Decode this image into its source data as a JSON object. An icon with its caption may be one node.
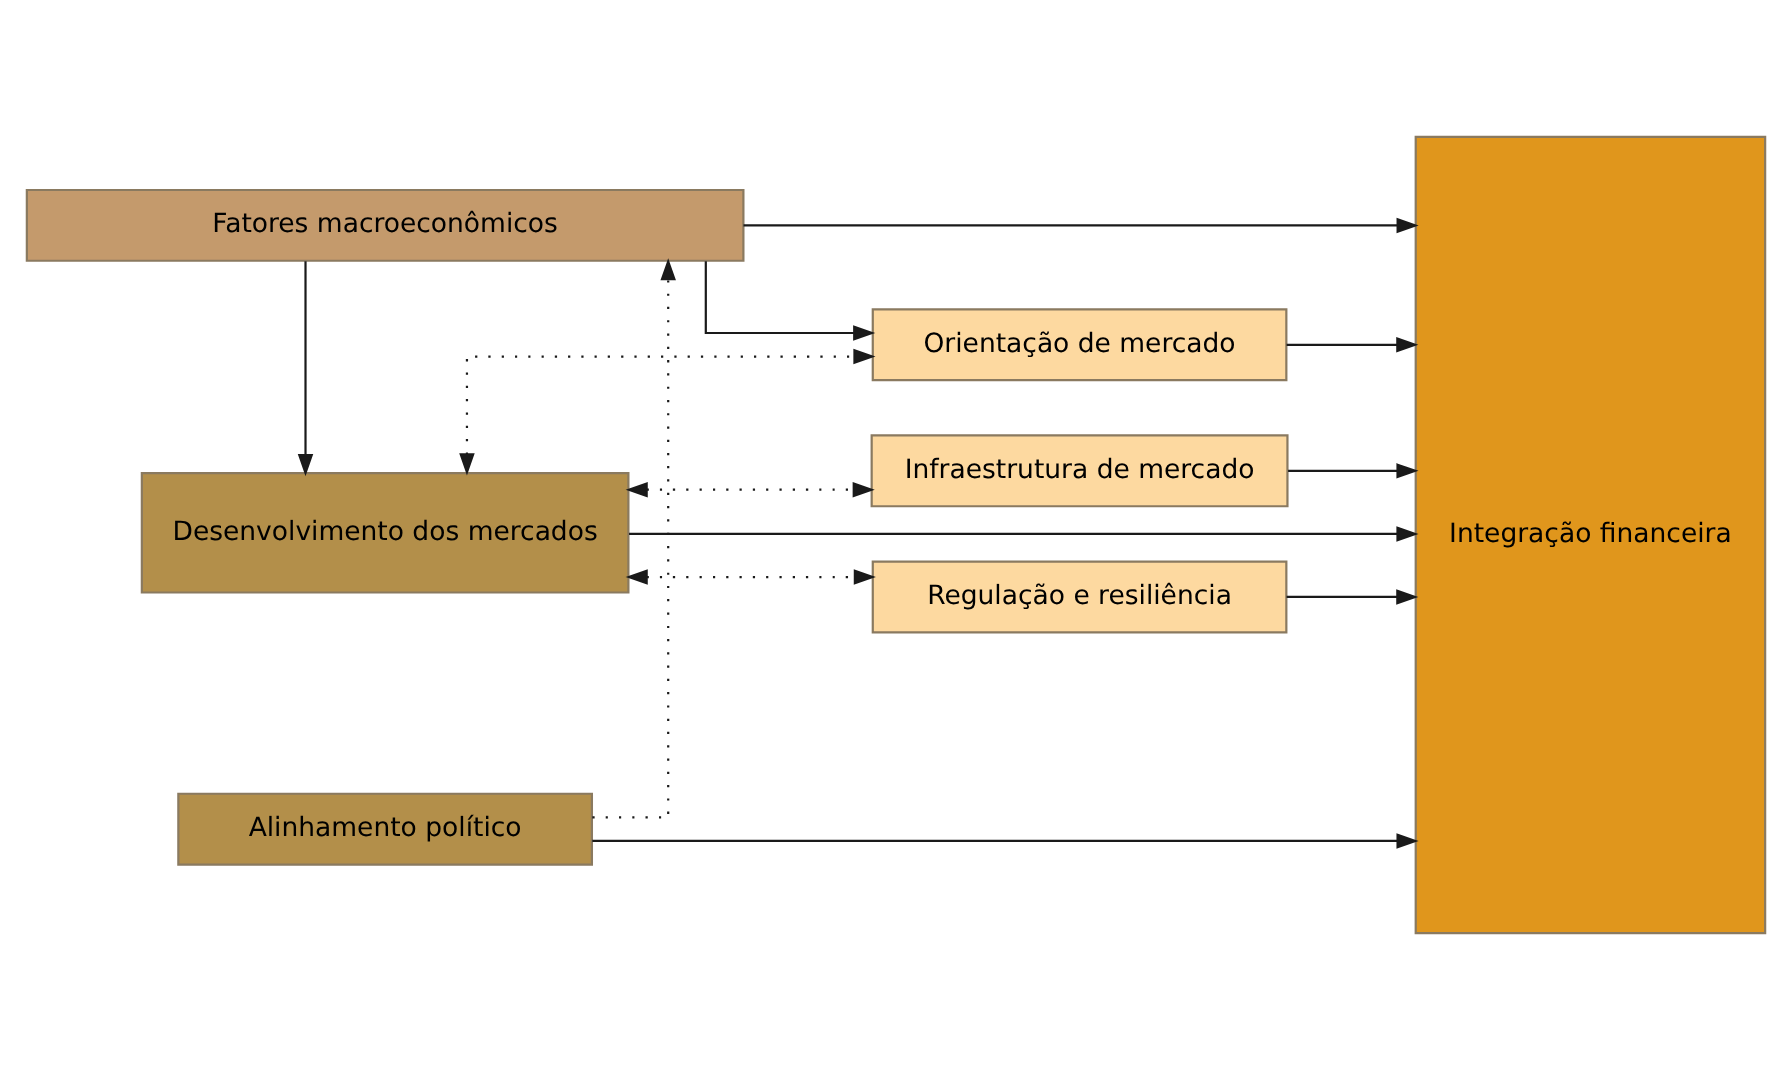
{
  "diagram": {
    "nodes": [
      {
        "text": [
          "Fatores macroeconômicos"
        ]
      },
      {
        "text": [
          "Orientação de mercado"
        ]
      },
      {
        "text": [
          "Desenvolvimento dos mercados"
        ]
      },
      {
        "text": [
          "Infraestrutura de mercado"
        ]
      },
      {
        "text": [
          "Regulação e resiliência"
        ]
      },
      {
        "text": [
          "Alinhamento político"
        ]
      },
      {
        "text": [
          "Integração financeira"
        ]
      }
    ],
    "edges": [
      {
        "from": 0,
        "to": 6,
        "arrow": "to"
      },
      {
        "from": 0,
        "to": 1,
        "arrow": "to"
      },
      {
        "from": 0,
        "to": 2,
        "arrow": "to"
      },
      {
        "from": 2,
        "to": 1,
        "arrow": "both",
        "style": "dashed"
      },
      {
        "from": 2,
        "to": 3,
        "arrow": "both",
        "style": "dashed"
      },
      {
        "from": 2,
        "to": 4,
        "arrow": "both",
        "style": "dashed"
      },
      {
        "from": 1,
        "to": 6,
        "arrow": "to"
      },
      {
        "from": 3,
        "to": 6,
        "arrow": "to"
      },
      {
        "from": 4,
        "to": 6,
        "arrow": "to"
      },
      {
        "from": 2,
        "to": 6,
        "arrow": "to"
      },
      {
        "from": 5,
        "to": 6,
        "arrow": "to"
      },
      {
        "from": 5,
        "to": 0,
        "arrow": "to",
        "style": "dashed"
      }
    ]
  }
}
